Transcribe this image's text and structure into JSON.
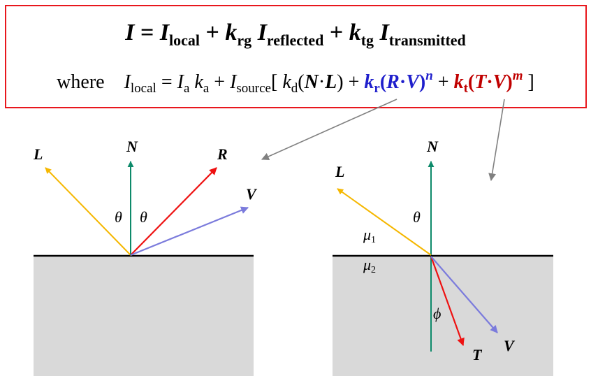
{
  "formula": {
    "line1": {
      "I": "I",
      "eq": " = ",
      "I1": "I",
      "sub_local": "local",
      "plus1": " + ",
      "k_rg": "k",
      "sub_rg": "rg",
      "I2": " I",
      "sub_reflected": "reflected",
      "plus2": " + ",
      "k_tg": "k",
      "sub_tg": "tg",
      "I3": " I",
      "sub_transmitted": "transmitted"
    },
    "line2": {
      "where": "where",
      "I_local": "I",
      "sub_local": "local",
      "eq": " = ",
      "I_a": "I",
      "sub_a": "a",
      "k_a": " k",
      "sub_ka": "a",
      "plus1": " + ",
      "I_source": "I",
      "sub_source": "source",
      "bracket_open": "[ ",
      "k_d": "k",
      "sub_d": "d",
      "paren_NL_open": "(",
      "N": "N",
      "dot1": "·",
      "L": "L",
      "paren_NL_close": ")",
      "plus2": " + ",
      "k_r": "k",
      "sub_r": "r",
      "paren_RV_open": "(",
      "R": "R",
      "dot2": "·",
      "V": "V",
      "paren_RV_close": ")",
      "exp_n": "n",
      "plus3": " + ",
      "k_t": "k",
      "sub_t": "t",
      "paren_TV_open": "(",
      "T": "T",
      "dot3": "·",
      "V2": "V",
      "paren_TV_close": ")",
      "exp_m": "m",
      "bracket_close": " ]"
    }
  },
  "left_diagram": {
    "label_L": "L",
    "label_N": "N",
    "label_R": "R",
    "label_V": "V",
    "theta_left": "θ",
    "theta_right": "θ"
  },
  "right_diagram": {
    "label_L": "L",
    "label_N": "N",
    "label_T": "T",
    "label_V": "V",
    "theta": "θ",
    "phi": "ϕ",
    "mu1": "μ",
    "mu1_sub": "1",
    "mu2": "μ",
    "mu2_sub": "2"
  },
  "colors": {
    "box_border": "#e8171d",
    "light_vector": "#f5b700",
    "normal_vector": "#0d8a6a",
    "reflect_vector": "#ee1111",
    "view_vector": "#7b7bdc",
    "transmit_vector": "#ee1111",
    "pointer_arrow": "#808080",
    "specular_term": "#1f1fcc",
    "transmit_term": "#c00000",
    "medium_fill": "#d9d9d9"
  }
}
